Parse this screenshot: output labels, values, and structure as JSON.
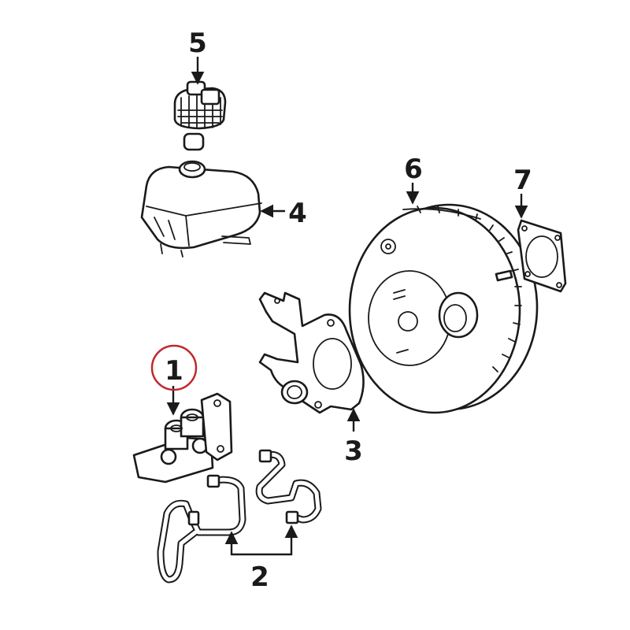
{
  "callouts": {
    "c1": "1",
    "c2": "2",
    "c3": "3",
    "c4": "4",
    "c5": "5",
    "c6": "6",
    "c7": "7"
  },
  "highlight": {
    "target": "1",
    "color": "#c0272d"
  },
  "parts": [
    "master-cylinder",
    "brake-lines",
    "booster-bracket",
    "fluid-reservoir",
    "reservoir-cap",
    "brake-booster",
    "booster-gasket"
  ]
}
